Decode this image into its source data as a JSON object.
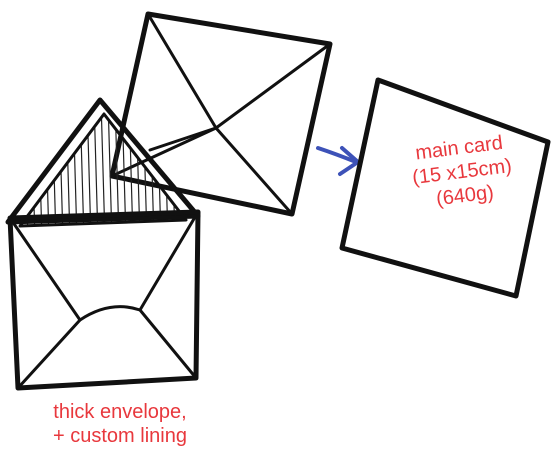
{
  "diagram": {
    "items": [
      {
        "id": "back-envelope",
        "kind": "square envelope (back view)"
      },
      {
        "id": "lined-envelope",
        "kind": "open envelope with striped lining"
      },
      {
        "id": "main-card",
        "kind": "square card"
      }
    ],
    "connector": {
      "from": "back-envelope",
      "to": "main-card",
      "color": "#3d52b8"
    },
    "main_card_label": {
      "line1": "main card",
      "line2": "(15 x15cm)",
      "line3": "(640g)"
    },
    "envelope_label": {
      "line1": "thick envelope,",
      "line2": "+ custom lining"
    },
    "colors": {
      "ink": "#111111",
      "annotation": "#e8383d",
      "arrow": "#3d52b8",
      "background": "#ffffff"
    }
  }
}
